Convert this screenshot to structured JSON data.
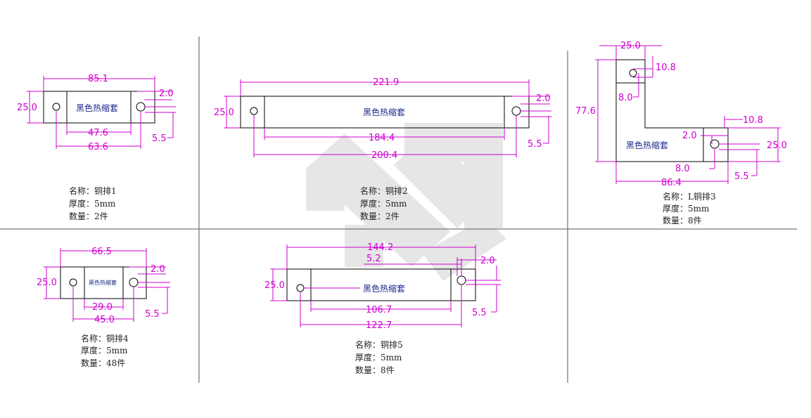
{
  "sleeve_label": "黑色热缩套",
  "parts": [
    {
      "name": "名称：铜排1",
      "thickness": "厚度：5mm",
      "quantity": "数量：2件",
      "dims": {
        "overall": "85.1",
        "height": "25.0",
        "hole_gap": "2.0",
        "hole_offset": "5.5",
        "sleeve": "47.6",
        "hole_span": "63.6"
      }
    },
    {
      "name": "名称：铜排2",
      "thickness": "厚度：5mm",
      "quantity": "数量：2件",
      "dims": {
        "overall": "221.9",
        "height": "25.0",
        "hole_gap": "2.0",
        "hole_offset": "5.5",
        "sleeve": "184.4",
        "hole_span": "200.4"
      }
    },
    {
      "name": "名称：L铜排3",
      "thickness": "厚度：5mm",
      "quantity": "数量：8件",
      "dims": {
        "top_width": "25.0",
        "top_hole_x": "10.8",
        "top_hole_y": "8.0",
        "height": "77.6",
        "right_hole_x": "10.8",
        "right_hole_gap": "2.0",
        "right_height": "25.0",
        "right_hole_y": "8.0",
        "right_offset": "5.5",
        "overall": "86.4"
      }
    },
    {
      "name": "名称：铜排4",
      "thickness": "厚度：5mm",
      "quantity": "数量：48件",
      "dims": {
        "overall": "66.5",
        "height": "25.0",
        "hole_gap": "2.0",
        "hole_offset": "5.5",
        "sleeve": "29.0",
        "hole_span": "45.0"
      }
    },
    {
      "name": "名称：铜排5",
      "thickness": "厚度：5mm",
      "quantity": "数量：8件",
      "dims": {
        "overall": "144.2",
        "edge": "5.2",
        "hole_gap": "2.0",
        "height": "25.0",
        "sleeve": "106.7",
        "hole_offset": "5.5",
        "hole_span": "122.7"
      }
    }
  ],
  "colors": {
    "dimension": "#d000d0",
    "outline": "#000000",
    "label": "#1a2a8a",
    "grid": "#555555"
  }
}
